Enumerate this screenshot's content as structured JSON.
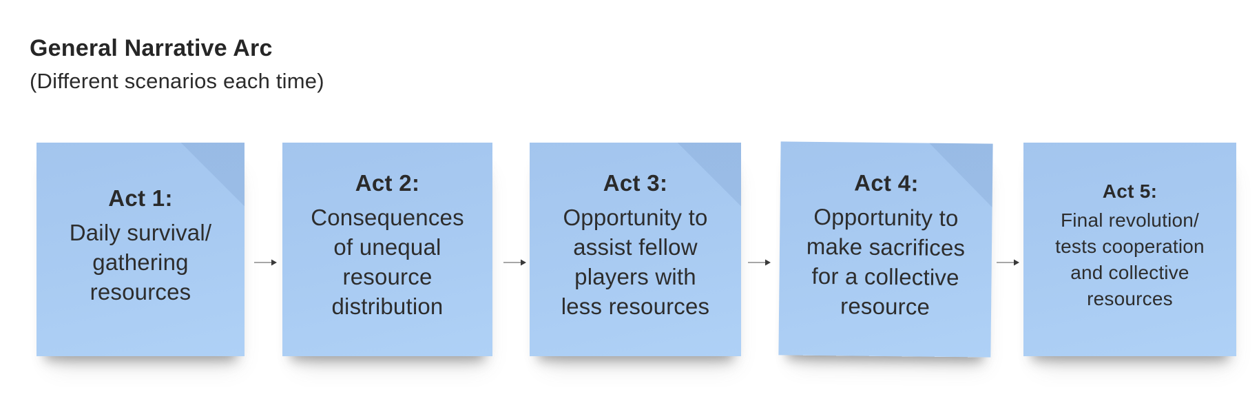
{
  "header": {
    "title": "General Narrative Arc",
    "subtitle": "(Different scenarios each time)"
  },
  "notes": [
    {
      "title": "Act 1:",
      "body": "Daily survival/\ngathering\nresources"
    },
    {
      "title": "Act 2:",
      "body": "Consequences\nof unequal\nresource\ndistribution"
    },
    {
      "title": "Act 3:",
      "body": "Opportunity to\nassist fellow\nplayers with\nless resources"
    },
    {
      "title": "Act 4:",
      "body": "Opportunity to\nmake sacrifices\nfor a collective\nresource"
    },
    {
      "title": "Act 5:",
      "body": "Final revolution/\ntests cooperation\nand collective\nresources"
    }
  ],
  "connectors": {
    "icon": "right-arrow-icon",
    "count": 4,
    "direction": "right"
  },
  "colors": {
    "background": "#ffffff",
    "note_fill": "#a9cbf2",
    "note_text": "#2d2d2d",
    "header_text": "#262626",
    "arrow_line": "#a6a6a6",
    "arrow_head": "#3a3a3a"
  }
}
